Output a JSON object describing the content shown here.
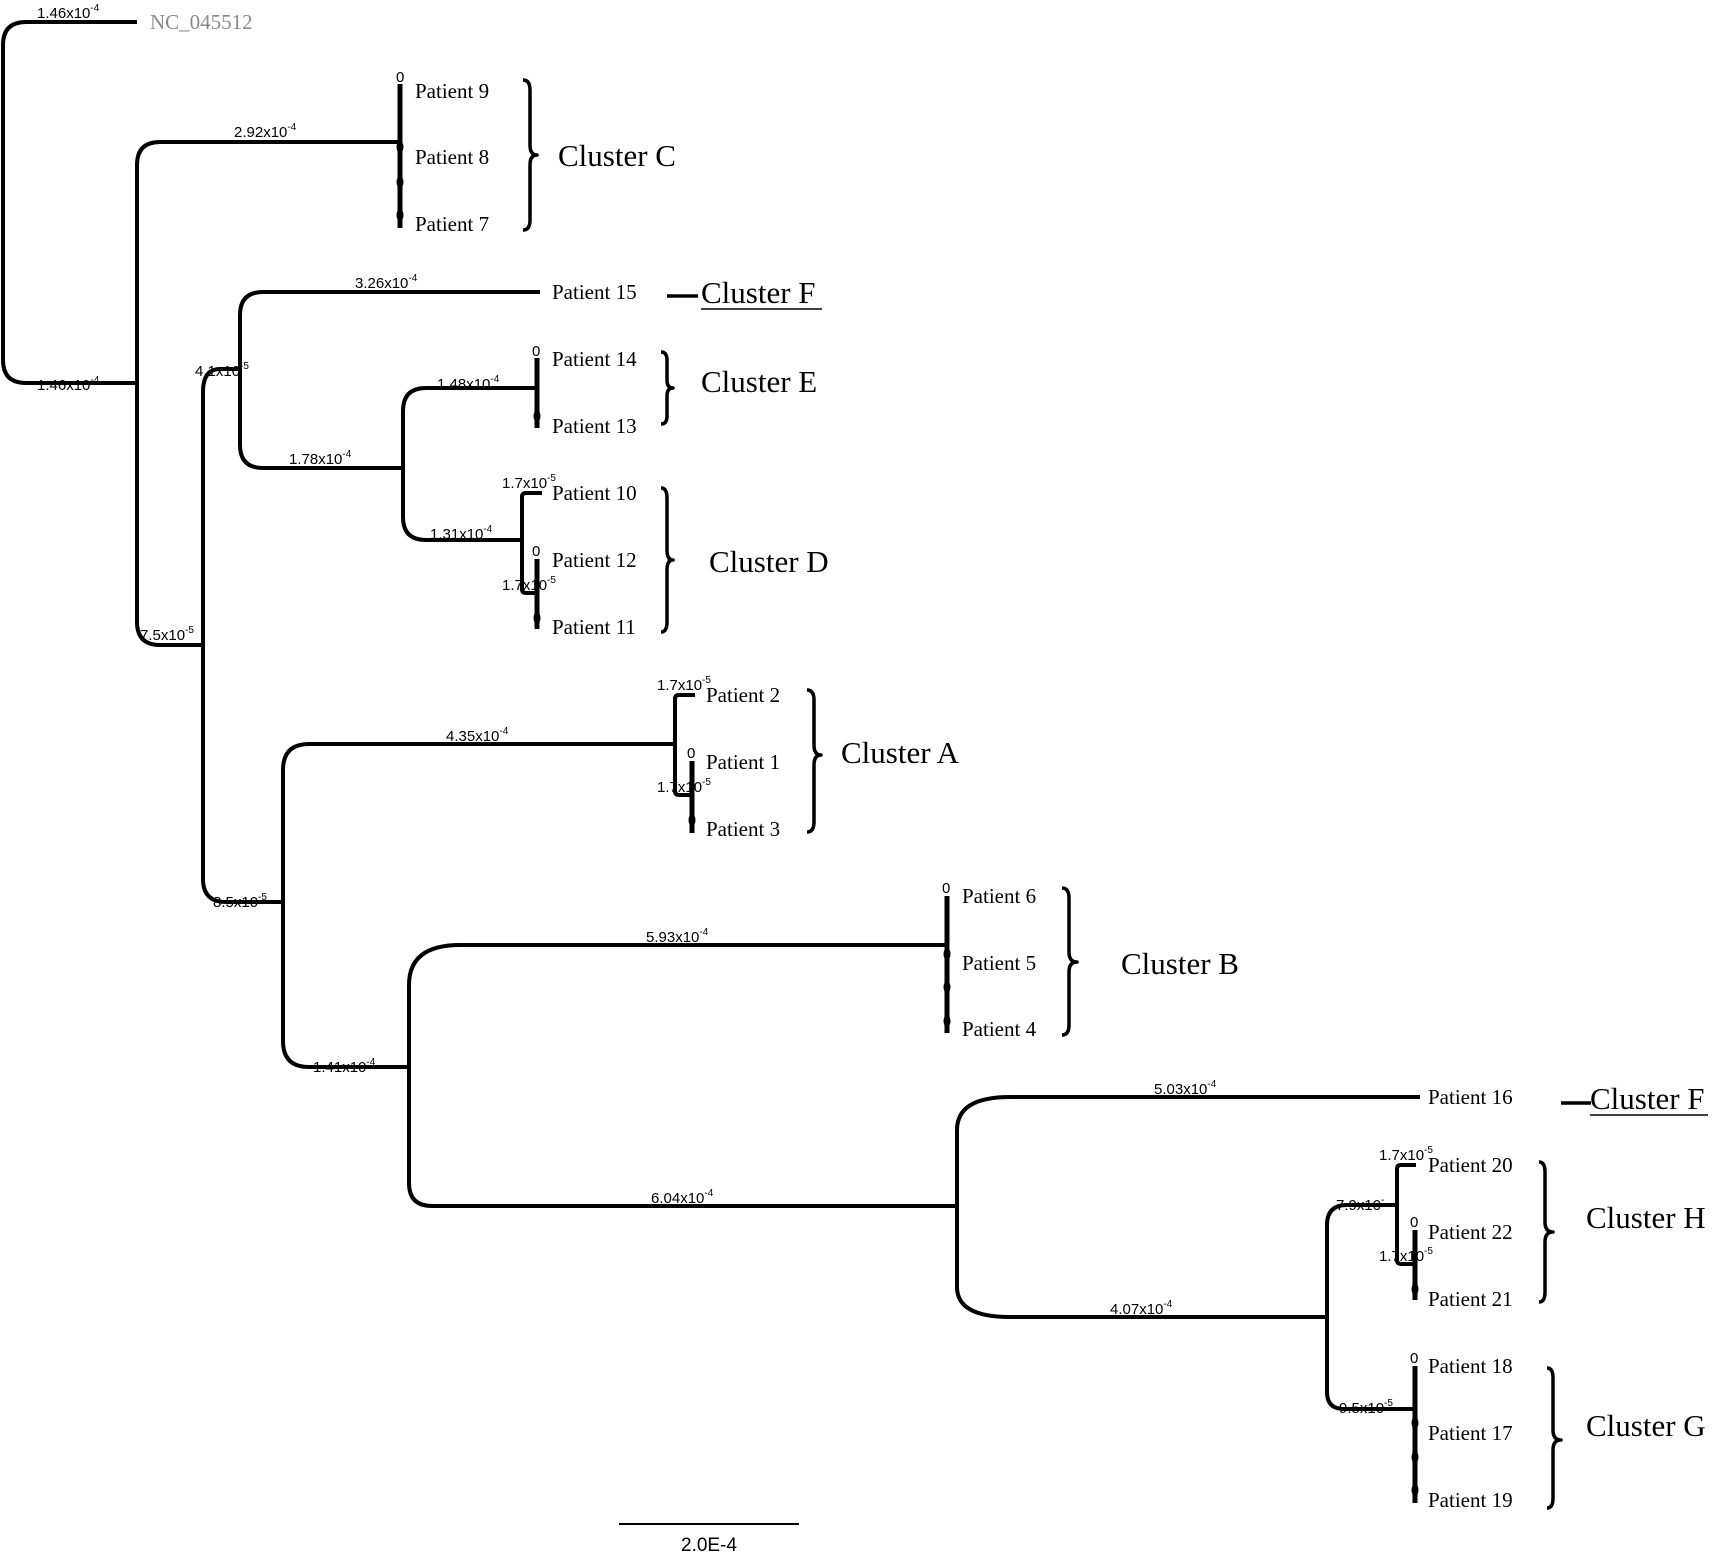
{
  "chart_data": {
    "type": "phylogenetic-tree",
    "title": "",
    "outgroup": "NC_045512",
    "scale_bar": "2.0E-4",
    "tips": [
      "NC_045512",
      "Patient 9",
      "Patient 8",
      "Patient 7",
      "Patient 15",
      "Patient 14",
      "Patient 13",
      "Patient 10",
      "Patient 12",
      "Patient 11",
      "Patient 2",
      "Patient 1",
      "Patient 3",
      "Patient 6",
      "Patient 5",
      "Patient 4",
      "Patient 16",
      "Patient 20",
      "Patient 22",
      "Patient 21",
      "Patient 18",
      "Patient 17",
      "Patient 19"
    ],
    "branch_labels": {
      "outgroup": {
        "mant": "1.46x10",
        "exp": "-4"
      },
      "root_ingroup": {
        "mant": "1.46x10",
        "exp": "-4"
      },
      "cluster_c": {
        "mant": "2.92x10",
        "exp": "-4"
      },
      "cluster_c_tip": {
        "mant": "0",
        "exp": ""
      },
      "node_7_5": {
        "mant": "7.5x10",
        "exp": "-5"
      },
      "node_4_1": {
        "mant": "4.1x10",
        "exp": "-5"
      },
      "patient15": {
        "mant": "3.26x10",
        "exp": "-4"
      },
      "node_1_78": {
        "mant": "1.78x10",
        "exp": "-4"
      },
      "cluster_e": {
        "mant": "1.48x10",
        "exp": "-4"
      },
      "cluster_e_tip": {
        "mant": "0",
        "exp": ""
      },
      "cluster_d": {
        "mant": "1.31x10",
        "exp": "-4"
      },
      "patient10": {
        "mant": "1.7x10",
        "exp": "-5"
      },
      "cluster_d_inner": {
        "mant": "1.7x10",
        "exp": "-5"
      },
      "cluster_d_tip": {
        "mant": "0",
        "exp": ""
      },
      "node_8_5": {
        "mant": "8.5x10",
        "exp": "-5"
      },
      "cluster_a": {
        "mant": "4.35x10",
        "exp": "-4"
      },
      "patient2": {
        "mant": "1.7x10",
        "exp": "-5"
      },
      "cluster_a_inner": {
        "mant": "1.7x10",
        "exp": "-5"
      },
      "cluster_a_tip": {
        "mant": "0",
        "exp": ""
      },
      "node_1_41": {
        "mant": "1.41x10",
        "exp": "-4"
      },
      "cluster_b": {
        "mant": "5.93x10",
        "exp": "-4"
      },
      "cluster_b_tip": {
        "mant": "0",
        "exp": ""
      },
      "node_6_04": {
        "mant": "6.04x10",
        "exp": "-4"
      },
      "patient16": {
        "mant": "5.03x10",
        "exp": "-4"
      },
      "node_4_07": {
        "mant": "4.07x10",
        "exp": "-4"
      },
      "cluster_h": {
        "mant": "7.9x10",
        "exp": "-"
      },
      "patient20": {
        "mant": "1.7x10",
        "exp": "-5"
      },
      "cluster_h_inner": {
        "mant": "1.7x10",
        "exp": "-5"
      },
      "cluster_h_tip": {
        "mant": "0",
        "exp": ""
      },
      "cluster_g": {
        "mant": "9.5x10",
        "exp": "-5"
      },
      "cluster_g_tip": {
        "mant": "0",
        "exp": ""
      }
    },
    "clusters": [
      {
        "name": "Cluster A",
        "members": [
          "Patient 2",
          "Patient 1",
          "Patient 3"
        ]
      },
      {
        "name": "Cluster B",
        "members": [
          "Patient 6",
          "Patient 5",
          "Patient 4"
        ]
      },
      {
        "name": "Cluster C",
        "members": [
          "Patient 9",
          "Patient 8",
          "Patient 7"
        ]
      },
      {
        "name": "Cluster D",
        "members": [
          "Patient 10",
          "Patient 12",
          "Patient 11"
        ]
      },
      {
        "name": "Cluster E",
        "members": [
          "Patient 14",
          "Patient 13"
        ]
      },
      {
        "name": "Cluster F",
        "members": [
          "Patient 15"
        ]
      },
      {
        "name": "Cluster F",
        "members": [
          "Patient 16"
        ]
      },
      {
        "name": "Cluster G",
        "members": [
          "Patient 18",
          "Patient 17",
          "Patient 19"
        ]
      },
      {
        "name": "Cluster H",
        "members": [
          "Patient 20",
          "Patient 22",
          "Patient 21"
        ]
      }
    ]
  }
}
